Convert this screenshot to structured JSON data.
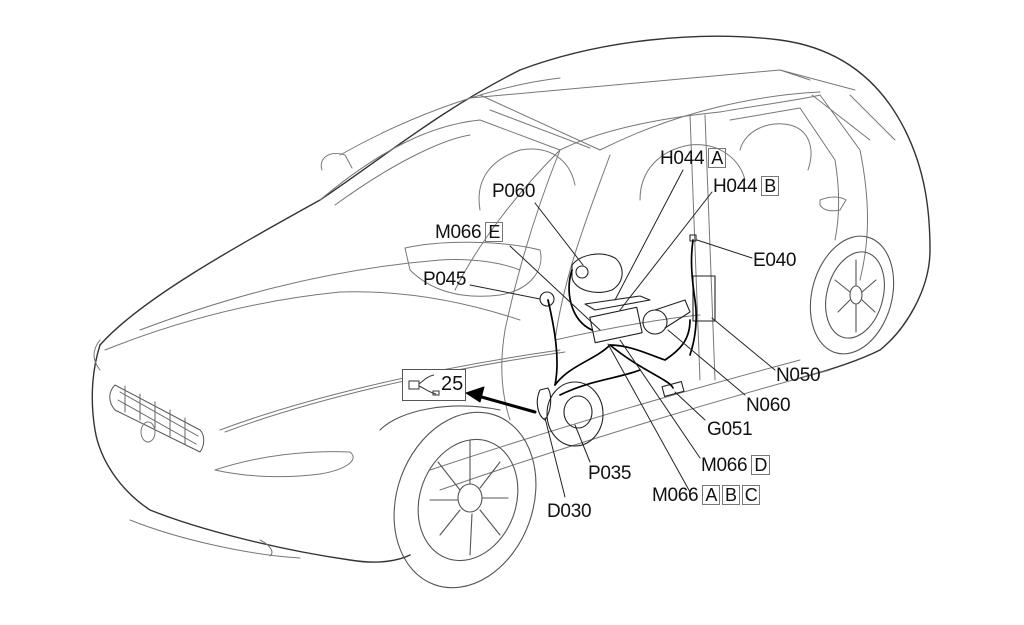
{
  "diagram": {
    "subject": "Passenger car component location view (wiring harness, front-left door)",
    "reference_box": {
      "icon": "connector-harness-icon",
      "number": "25"
    },
    "labels": [
      {
        "code": "H044",
        "variants": [
          "A"
        ]
      },
      {
        "code": "H044",
        "variants": [
          "B"
        ]
      },
      {
        "code": "P060",
        "variants": []
      },
      {
        "code": "M066",
        "variants": [
          "E"
        ]
      },
      {
        "code": "E040",
        "variants": []
      },
      {
        "code": "P045",
        "variants": []
      },
      {
        "code": "N050",
        "variants": []
      },
      {
        "code": "N060",
        "variants": []
      },
      {
        "code": "G051",
        "variants": []
      },
      {
        "code": "M066",
        "variants": [
          "D"
        ]
      },
      {
        "code": "P035",
        "variants": []
      },
      {
        "code": "M066",
        "variants": [
          "A",
          "B",
          "C"
        ]
      },
      {
        "code": "D030",
        "variants": []
      }
    ]
  }
}
